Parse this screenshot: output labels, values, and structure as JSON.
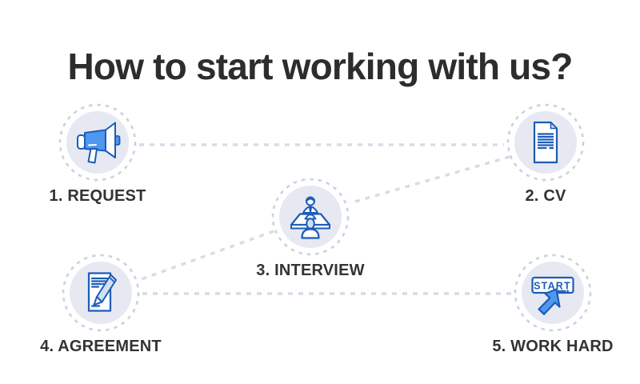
{
  "title": "How to start working with us?",
  "steps": [
    {
      "label": "1. REQUEST",
      "icon": "megaphone-icon"
    },
    {
      "label": "2. CV",
      "icon": "cv-document-icon"
    },
    {
      "label": "3. INTERVIEW",
      "icon": "interview-desk-icon"
    },
    {
      "label": "4. AGREEMENT",
      "icon": "document-pen-icon"
    },
    {
      "label": "5. WORK HARD",
      "icon": "start-button-cursor-icon",
      "icon_text": "START"
    }
  ],
  "connections": [
    {
      "from": "1. REQUEST",
      "to": "2. CV"
    },
    {
      "from": "2. CV",
      "to": "3. INTERVIEW"
    },
    {
      "from": "3. INTERVIEW",
      "to": "4. AGREEMENT"
    },
    {
      "from": "4. AGREEMENT",
      "to": "5. WORK HARD"
    }
  ],
  "colors": {
    "background": "#ffffff",
    "title_text": "#2d2d2d",
    "label_text": "#333333",
    "circle_fill": "#e7e9f2",
    "circle_dash": "#ccd1e0",
    "connector_dash": "#d9dce6",
    "icon_outline": "#1d5cb8",
    "icon_fill": "#4f97ef",
    "icon_fill_light": "#cfe0f8"
  }
}
